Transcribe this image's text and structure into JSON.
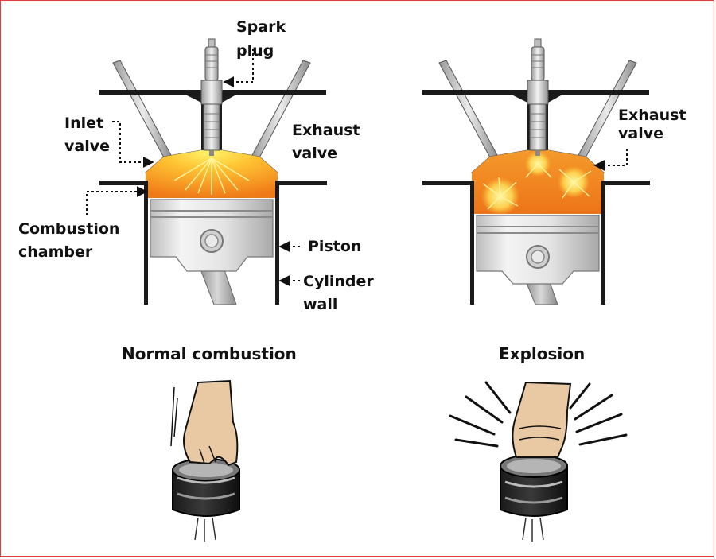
{
  "labels": {
    "spark_plug_1": "Spark",
    "spark_plug_2": "plug",
    "inlet_valve_1": "Inlet",
    "inlet_valve_2": "valve",
    "exhaust_valve_left_1": "Exhaust",
    "exhaust_valve_left_2": "valve",
    "combustion_chamber_1": "Combustion",
    "combustion_chamber_2": "chamber",
    "piston": "Piston",
    "cylinder_wall_1": "Cylinder",
    "cylinder_wall_2": "wall",
    "exhaust_valve_right_1": "Exhaust",
    "exhaust_valve_right_2": "valve"
  },
  "captions": {
    "normal": "Normal combustion",
    "explosion": "Explosion"
  },
  "colors": {
    "frame_border": "#e23b3b",
    "flame_orange": "#f28a1e",
    "flame_yellow": "#ffe35a",
    "metal_light": "#e6e6e6",
    "metal_dark": "#8c8c8c",
    "skin": "#e8c9a4",
    "outline": "#111111"
  },
  "icons": [
    "spark-plug-icon",
    "piston-icon",
    "hand-press-icon",
    "fist-smash-icon"
  ]
}
